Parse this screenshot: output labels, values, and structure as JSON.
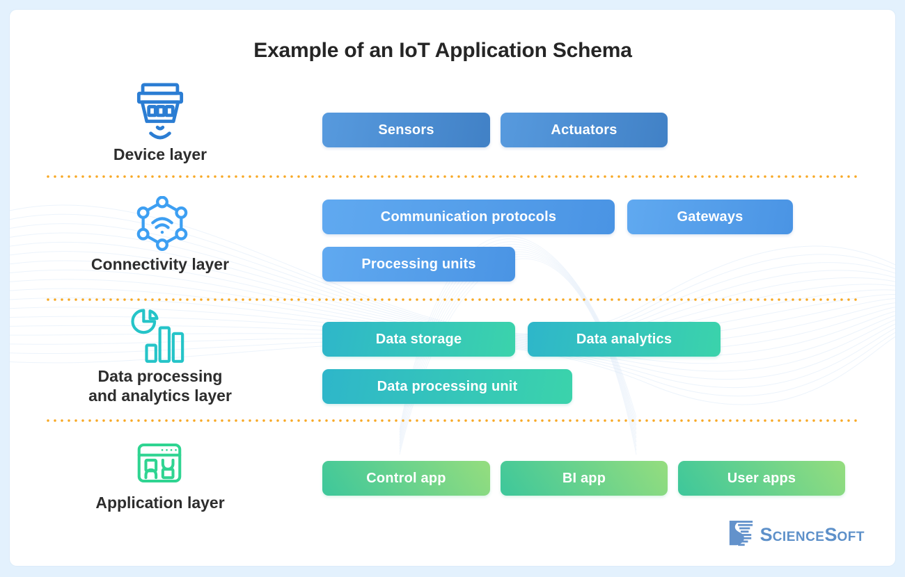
{
  "title": "Example of an IoT Application Schema",
  "layers": [
    {
      "id": "device",
      "label": "Device layer",
      "icon": "smoke-detector-icon",
      "accent": "#2b7dd3",
      "items": [
        {
          "label": "Sensors"
        },
        {
          "label": "Actuators"
        }
      ]
    },
    {
      "id": "connectivity",
      "label": "Connectivity layer",
      "icon": "network-hexagon-wifi-icon",
      "accent": "#3d9ff2",
      "items": [
        {
          "label": "Communication protocols"
        },
        {
          "label": "Gateways"
        },
        {
          "label": "Processing units"
        }
      ]
    },
    {
      "id": "data-processing",
      "label": "Data processing and analytics layer",
      "label_line1": "Data processing",
      "label_line2": "and analytics layer",
      "icon": "pie-and-bar-chart-icon",
      "accent": "#25c4c8",
      "items": [
        {
          "label": "Data storage"
        },
        {
          "label": "Data analytics"
        },
        {
          "label": "Data processing unit"
        }
      ]
    },
    {
      "id": "application",
      "label": "Application layer",
      "icon": "app-window-icon",
      "accent": "#2fd491",
      "items": [
        {
          "label": "Control app"
        },
        {
          "label": "BI app"
        },
        {
          "label": "User apps"
        }
      ]
    }
  ],
  "logo": {
    "s1": "S",
    "p1": "cience",
    "s2": "S",
    "p2": "oft"
  },
  "colors": {
    "page_background": "#e3f1fd",
    "card_background": "#ffffff",
    "title_text": "#252525",
    "label_text": "#2d2d2d",
    "divider_dots": "#f7a823",
    "device_button_gradient": [
      "#579ade",
      "#4181c6"
    ],
    "connectivity_button_gradient": [
      "#60a9f0",
      "#4a94e4"
    ],
    "data_button_gradient": [
      "#2eb6ca",
      "#3bd3ab"
    ],
    "application_button_gradient": [
      "#3dc79b",
      "#95dd7e"
    ],
    "logo_blue": "#5d90c9",
    "wave_lines": "#dce9f7"
  }
}
